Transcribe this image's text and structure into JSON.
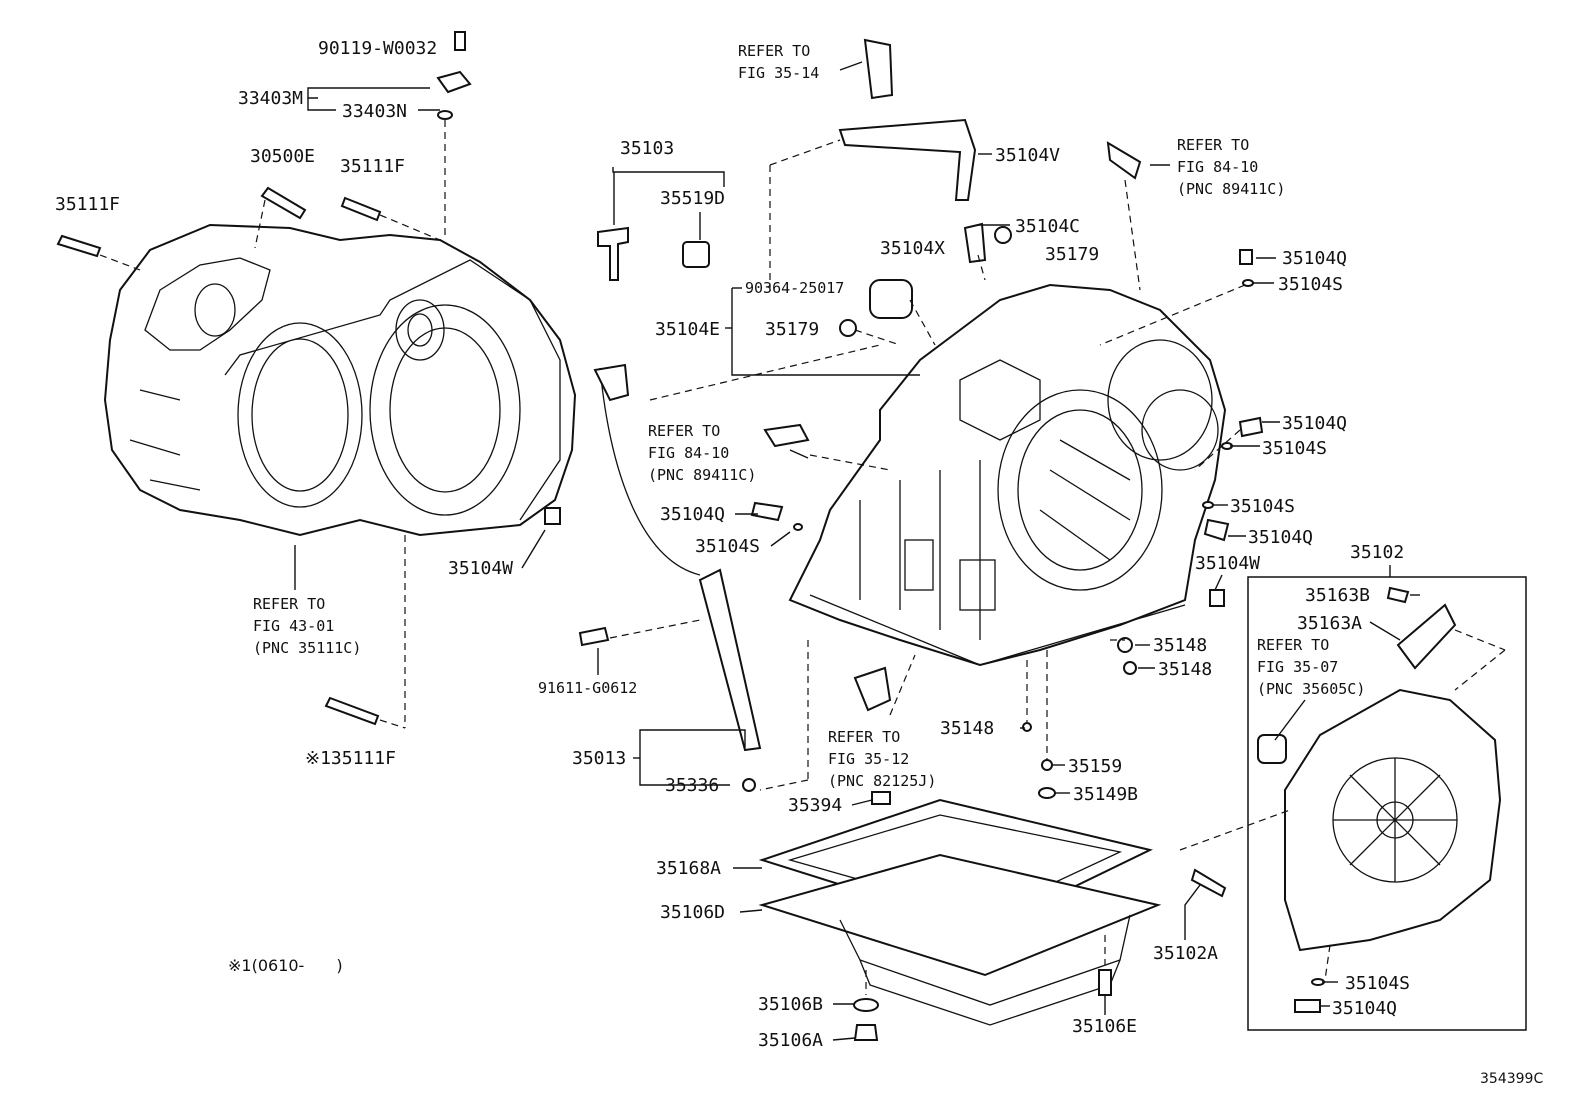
{
  "diagram": {
    "figure_code": "354399C",
    "footnote": "※1(0610-　　)",
    "labels": {
      "p90119_W0032": "90119-W0032",
      "p33403M": "33403M",
      "p33403N": "33403N",
      "p30500E": "30500E",
      "p35111F_a": "35111F",
      "p35111F_b": "35111F",
      "p35104W_a": "35104W",
      "p35111F_c": "※135111F",
      "p35103": "35103",
      "p35519D": "35519D",
      "p35104E": "35104E",
      "p90364_25017": "90364-25017",
      "p35179_a": "35179",
      "p35179_b": "35179",
      "p35104X": "35104X",
      "p35104C": "35104C",
      "p35104V": "35104V",
      "p35104Q_a": "35104Q",
      "p35104S_a": "35104S",
      "p35104Q_b": "35104Q",
      "p35104S_b": "35104S",
      "p35104S_c": "35104S",
      "p35104Q_c": "35104Q",
      "p35104W_b": "35104W",
      "p35104Q_d": "35104Q",
      "p35104S_d": "35104S",
      "p91611_G0612": "91611-G0612",
      "p35013": "35013",
      "p35336": "35336",
      "p35394": "35394",
      "p35148_a": "35148",
      "p35148_b": "35148",
      "p35148_c": "35148",
      "p35159": "35159",
      "p35149B": "35149B",
      "p35168A": "35168A",
      "p35106D": "35106D",
      "p35106B": "35106B",
      "p35106A": "35106A",
      "p35106E": "35106E",
      "p35102A": "35102A",
      "p35102": "35102",
      "p35163B": "35163B",
      "p35163A": "35163A",
      "p35104S_e": "35104S",
      "p35104Q_e": "35104Q"
    },
    "refs": {
      "fig35_14": [
        "REFER TO",
        "FIG 35-14"
      ],
      "fig84_10_top": [
        "REFER TO",
        "FIG 84-10",
        "(PNC 89411C)"
      ],
      "fig84_10_mid": [
        "REFER TO",
        "FIG 84-10",
        "(PNC 89411C)"
      ],
      "fig43_01": [
        "REFER TO",
        "FIG 43-01",
        "(PNC 35111C)"
      ],
      "fig35_12": [
        "REFER TO",
        "FIG 35-12",
        "(PNC 82125J)"
      ],
      "fig35_07": [
        "REFER TO",
        "FIG 35-07",
        "(PNC 35605C)"
      ]
    }
  }
}
